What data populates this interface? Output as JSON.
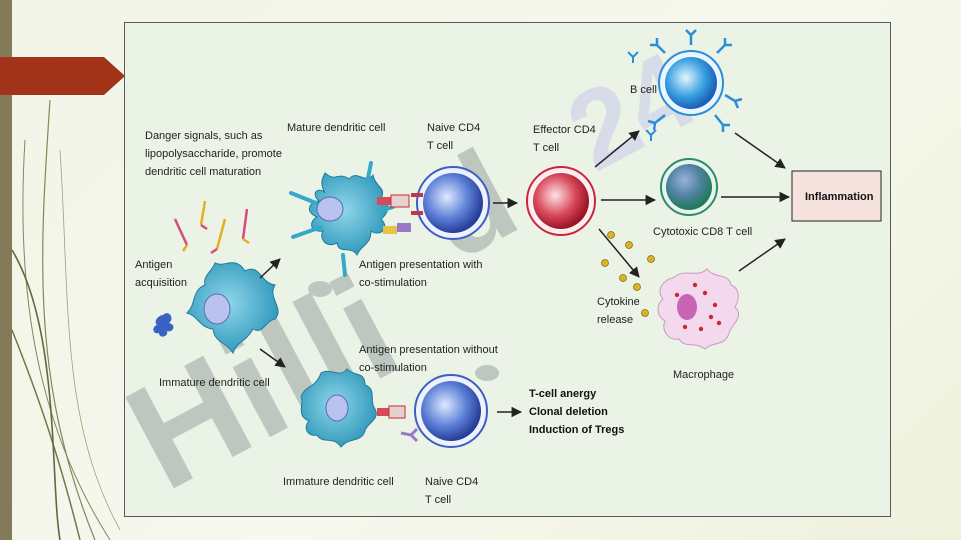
{
  "labels": {
    "danger_signals": [
      "Danger signals, such as",
      "lipopolysaccharide, promote",
      "dendritic cell maturation"
    ],
    "mature_dc": "Mature dendritic cell",
    "naive_cd4_top": [
      "Naive CD4",
      "T cell"
    ],
    "effector_cd4": [
      "Effector CD4",
      "T cell"
    ],
    "b_cell": "B cell",
    "cytotoxic_cd8": "Cytotoxic CD8 T cell",
    "inflammation": "Inflammation",
    "antigen_acquisition": [
      "Antigen",
      "acquisition"
    ],
    "antigen_presentation_with": [
      "Antigen presentation with",
      "co-stimulation"
    ],
    "cytokine_release": [
      "Cytokine",
      "release"
    ],
    "macrophage": "Macrophage",
    "immature_dc_left": "Immature dendritic cell",
    "antigen_presentation_without": [
      "Antigen presentation without",
      "co-stimulation"
    ],
    "outcomes": [
      "T-cell anergy",
      "Clonal deletion",
      "Induction of Tregs"
    ],
    "immature_dc_bottom": "Immature dendritic cell",
    "naive_cd4_bottom": [
      "Naive CD4",
      "T cell"
    ]
  },
  "colors": {
    "dendritic_cell": "#35a9c9",
    "naive_t_cell": "#3d5fc0",
    "effector_t_cell": "#c8283a",
    "cd8_t_cell": "#2f8a6a",
    "b_cell": "#2b8ed8",
    "macrophage": "#f4d8ee",
    "cytokine": "#d6b429",
    "inflammation_box": "#f7e3dd",
    "watermark": "#9aa0a0",
    "slide_accent": "#a33318"
  }
}
